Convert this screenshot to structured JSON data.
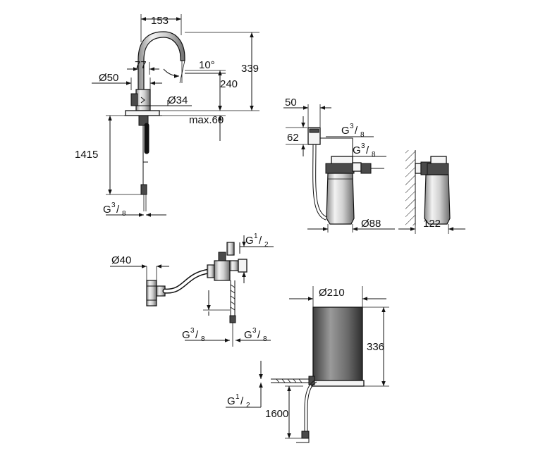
{
  "faucet": {
    "width_153": "153",
    "d50": "Ø50",
    "d34": "Ø34",
    "v77": "77",
    "angle": "10°",
    "h339": "339",
    "h240": "240",
    "max60": "max.60",
    "h1415": "1415",
    "g38": {
      "base": "G",
      "num": "3",
      "den": "8"
    }
  },
  "filter": {
    "w50": "50",
    "h62": "62",
    "g38_a": {
      "base": "G",
      "num": "3",
      "den": "8"
    },
    "g38_b": {
      "base": "G",
      "num": "3",
      "den": "8"
    },
    "d88": "Ø88",
    "d122": "122"
  },
  "valve": {
    "d40": "Ø40",
    "g12": {
      "base": "G",
      "num": "1",
      "den": "2"
    },
    "g38_left": {
      "base": "G",
      "num": "3",
      "den": "8"
    },
    "g38_right": {
      "base": "G",
      "num": "3",
      "den": "8"
    }
  },
  "boiler": {
    "d210": "Ø210",
    "h336": "336",
    "g12": {
      "base": "G",
      "num": "1",
      "den": "2"
    },
    "l1600": "1600"
  }
}
